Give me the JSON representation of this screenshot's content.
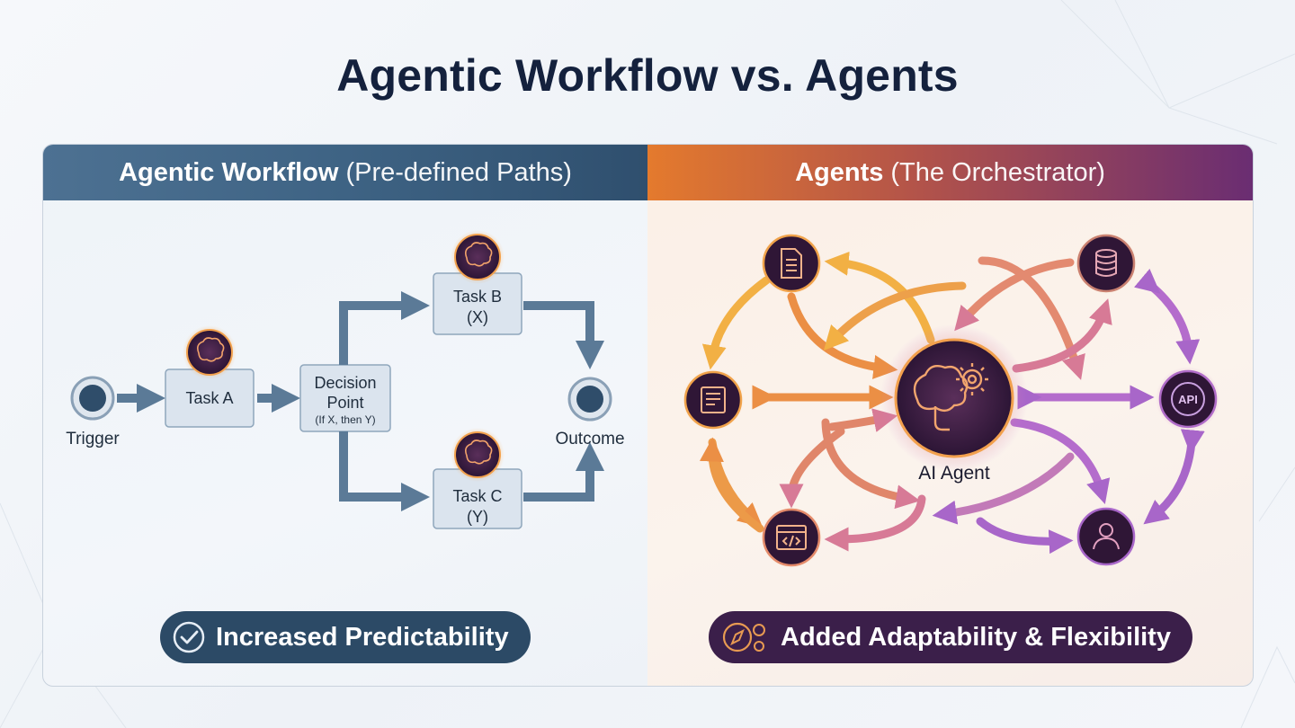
{
  "title": "Agentic Workflow vs. Agents",
  "left_panel": {
    "header_strong": "Agentic Workflow",
    "header_light": "(Pre-defined Paths)",
    "nodes": {
      "trigger": "Trigger",
      "task_a": "Task A",
      "decision_line1": "Decision",
      "decision_line2": "Point",
      "decision_note": "(If X, then Y)",
      "task_b_line1": "Task B",
      "task_b_line2": "(X)",
      "task_c_line1": "Task C",
      "task_c_line2": "(Y)",
      "outcome": "Outcome"
    },
    "badge": "Increased Predictability"
  },
  "right_panel": {
    "header_strong": "Agents",
    "header_light": "(The Orchestrator)",
    "center_label": "AI Agent",
    "api_label": "API",
    "tools": [
      "document-icon",
      "database-icon",
      "api-icon",
      "user-icon",
      "code-window-icon",
      "list-icon"
    ],
    "badge": "Added Adaptability & Flexibility"
  },
  "colors": {
    "title": "#14213d",
    "left_accent": "#3e6384",
    "right_orange": "#e47a2d",
    "right_purple": "#6a2d72",
    "arrow_blue": "#5b7a97",
    "node_fill": "#dbe4ee"
  }
}
